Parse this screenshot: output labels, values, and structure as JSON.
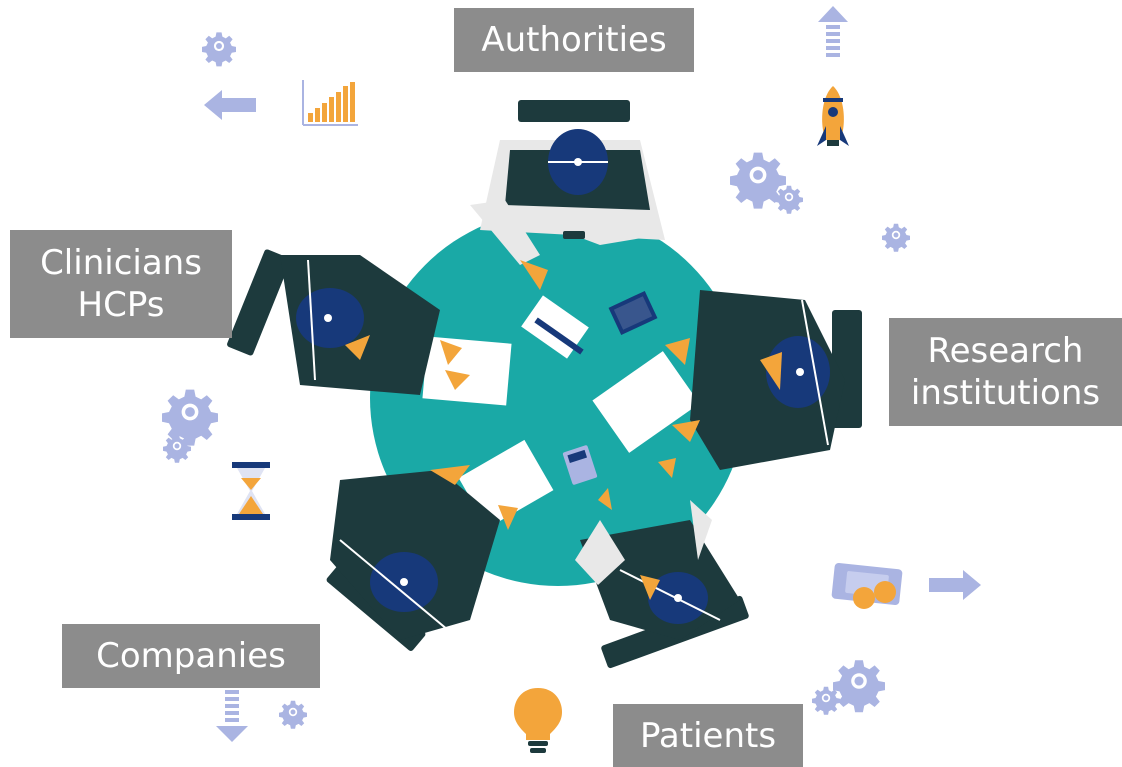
{
  "labels": {
    "authorities": "Authorities",
    "clinicians_line1": "Clinicians",
    "clinicians_line2": "HCPs",
    "research_line1": "Research",
    "research_line2": "institutions",
    "companies": "Companies",
    "patients": "Patients"
  },
  "colors": {
    "table": "#1aa9a6",
    "suit_dark": "#1d3a3d",
    "hair_navy": "#17397a",
    "skin": "#f3a53b",
    "chair_grey": "#e8e8e8",
    "icon_lavender": "#aab4e2",
    "label_bg": "#8c8c8c"
  },
  "icons": [
    "gear-icon",
    "arrow-left-icon",
    "bar-chart-icon",
    "arrow-up-icon",
    "rocket-icon",
    "hourglass-icon",
    "arrow-down-icon",
    "money-icon",
    "arrow-right-icon",
    "lightbulb-icon"
  ]
}
